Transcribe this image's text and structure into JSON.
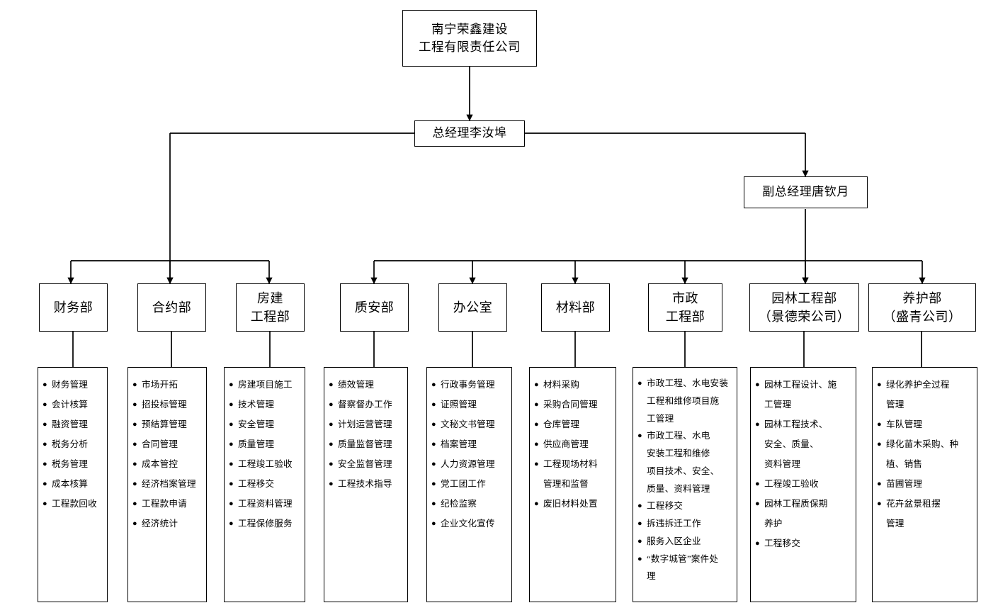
{
  "chart_data": {
    "type": "diagram",
    "title": "南宁荣鑫建设工程有限责任公司组织架构图",
    "orientation": "top-down org chart"
  },
  "root": {
    "label": "南宁荣鑫建设\n工程有限责任公司"
  },
  "executives": [
    {
      "key": "gm",
      "label": "总经理李汝埠"
    },
    {
      "key": "dgm",
      "label": "副总经理唐钦月"
    }
  ],
  "departments": [
    {
      "key": "finance",
      "label": "财务部"
    },
    {
      "key": "contract",
      "label": "合约部"
    },
    {
      "key": "building",
      "label": "房建\n工程部"
    },
    {
      "key": "quality",
      "label": "质安部"
    },
    {
      "key": "office",
      "label": "办公室"
    },
    {
      "key": "material",
      "label": "材料部"
    },
    {
      "key": "municipal",
      "label": "市政\n工程部"
    },
    {
      "key": "landscape",
      "label": "园林工程部\n（景德荣公司）"
    },
    {
      "key": "maintain",
      "label": "养护部\n（盛青公司）"
    }
  ],
  "duties": [
    {
      "key": "finance",
      "items": [
        "财务管理",
        "会计核算",
        "融资管理",
        "税务分析",
        "税务管理",
        "成本核算",
        "工程款回收"
      ]
    },
    {
      "key": "contract",
      "items": [
        "市场开拓",
        "招投标管理",
        "预结算管理",
        "合同管理",
        "成本管控",
        "经济档案管理",
        "工程款申请",
        "经济统计"
      ]
    },
    {
      "key": "building",
      "items": [
        "房建项目施工",
        "技术管理",
        "安全管理",
        "质量管理",
        "工程竣工验收",
        "工程移交",
        "工程资料管理",
        "工程保修服务"
      ]
    },
    {
      "key": "quality",
      "items": [
        "绩效管理",
        "督察督办工作",
        "计划运营管理",
        "质量监督管理",
        "安全监督管理",
        "工程技术指导"
      ]
    },
    {
      "key": "office",
      "items": [
        "行政事务管理",
        "证照管理",
        "文秘文书管理",
        "档案管理",
        "人力资源管理",
        "党工团工作",
        "纪检监察",
        "企业文化宣传"
      ]
    },
    {
      "key": "material",
      "items": [
        "材料采购",
        "采购合同管理",
        "仓库管理",
        "供应商管理",
        "工程现场材料\n管理和监督",
        "废旧材料处置"
      ]
    },
    {
      "key": "municipal",
      "items": [
        "市政工程、水电安装\n工程和维修项目施\n工管理",
        "市政工程、水电\n安装工程和维修\n项目技术、安全、\n质量、资料管理",
        "工程移交",
        "拆违拆迁工作",
        "服务入区企业",
        "“数字城管”案件处\n理"
      ]
    },
    {
      "key": "landscape",
      "items": [
        "园林工程设计、施\n工管理",
        "园林工程技术、\n安全、质量、\n资料管理",
        "工程竣工验收",
        "园林工程质保期\n养护",
        "工程移交"
      ]
    },
    {
      "key": "maintain",
      "items": [
        "绿化养护全过程\n管理",
        "车队管理",
        "绿化苗木采购、种\n植、销售",
        "苗圃管理",
        "花卉盆景租摆\n管理"
      ]
    }
  ],
  "bullet_glyph": "●",
  "colors": {
    "line": "#000000",
    "box_border": "#000000",
    "background": "#ffffff",
    "text": "#000000"
  }
}
